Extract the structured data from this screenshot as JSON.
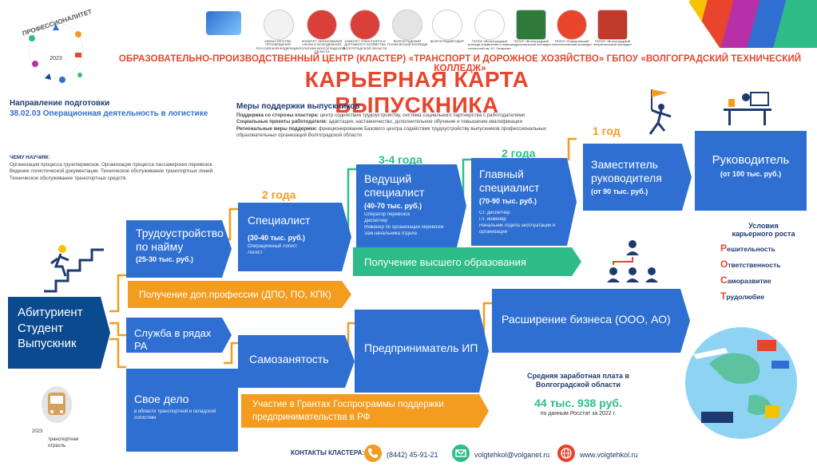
{
  "brand": {
    "logo_text": "ПРОФЕССИОНАЛИТЕТ",
    "logo_year": "2023",
    "transport_year": "2023",
    "transport_label": "транспортная отрасль"
  },
  "partners": [
    {
      "caption": "МИНИСТЕРСТВО ПРОСВЕЩЕНИЯ РОССИЙСКОЙ ФЕДЕРАЦИИ"
    },
    {
      "caption": "КОМИТЕТ ОБРАЗОВАНИЯ НАУКИ И МОЛОДЕЖНОЙ ПОЛИТИКИ ВОЛГОГРАДСКОЙ ОБЛАСТИ"
    },
    {
      "caption": "КОМИТЕТ ТРАНСПОРТА И ДОРОЖНОГО ХОЗЯЙСТВА ВОЛГОГРАДСКОЙ ОБЛАСТИ"
    },
    {
      "caption": "ВОЛГОГРАДСКИЙ ТЕХНИЧЕСКИЙ КОЛЛЕДЖ"
    },
    {
      "caption": "ВОЛГОГРАДАВТОДОР"
    },
    {
      "caption": "ГБПОУ «Волгоградский колледж управления и новых технологий им. Ю. Гагарина»"
    },
    {
      "caption": "ГБПОУ «Волгоградский индустриальный колледж»"
    },
    {
      "caption": "ГБПОУ «Камышинский политехнический колледж»"
    },
    {
      "caption": "ГБПОУ «Волгоградский энергетический колледж»"
    }
  ],
  "header": {
    "subtitle": "ОБРАЗОВАТЕЛЬНО-ПРОИЗВОДСТВЕННЫЙ ЦЕНТР (КЛАСТЕР) «ТРАНСПОРТ И ДОРОЖНОЕ ХОЗЯЙСТВО» ГБПОУ «ВОЛГОГРАДСКИЙ ТЕХНИЧЕСКИЙ КОЛЛЕДЖ»",
    "title": "КАРЬЕРНАЯ КАРТА ВЫПУСКНИКА"
  },
  "direction": {
    "label": "Направление подготовки",
    "value": "38.02.03 Операционная деятельность в логистике"
  },
  "teach": {
    "label": "ЧЕМУ НАУЧИМ:",
    "text": "Организация процесса грузоперевозок. Организация процесса пассажирских перевозок. Ведение логистической документации. Техническое обслуживание транспортных линий. Техническое обслуживание транспортных средств."
  },
  "support": {
    "title": "Меры поддержки выпускников",
    "l1b": "Поддержка со стороны кластера:",
    "l1": " центр содействия трудоустройству, система социального партнерства с работодателями",
    "l2b": "Социальные проекты работодателя:",
    "l2": " адаптация, наставничество, дополнительное обучение и повышение квалификации",
    "l3b": "Региональные меры поддержки:",
    "l3": " функционирование Базового центра содействия трудоустройству выпускников профессиональных образовательных организаций Волгоградской области"
  },
  "start": {
    "l1": "Абитуриент",
    "l2": "Студент",
    "l3": "Выпускник"
  },
  "nodes": {
    "employment": {
      "l1": "Трудоустройство",
      "l2": "по найму",
      "salary": "(25-30 тыс. руб.)"
    },
    "specialist": {
      "label": "Специалист",
      "salary": "(30-40 тыс. руб.)",
      "s1": "Операционный логист",
      "s2": "Логист"
    },
    "lead": {
      "l1": "Ведущий",
      "l2": "специалист",
      "salary": "(40-70 тыс. руб.)",
      "s1": "Оператор перевозок",
      "s2": "Диспетчер",
      "s3": "Инженер по организации перевозок",
      "s4": "Зам.начальника отдела"
    },
    "chief": {
      "l1": "Главный",
      "l2": "специалист",
      "salary": "(70-90 тыс. руб.)",
      "s1": "Ст. диспетчер",
      "s2": "Гл. инженер",
      "s3": "Начальник отдела эксплуатации и организации"
    },
    "deputy": {
      "l1": "Заместитель",
      "l2": "руководителя",
      "salary": "(от 90 тыс. руб.)"
    },
    "head": {
      "label": "Руководитель",
      "salary": "(от 100 тыс. руб.)"
    },
    "army": {
      "label": "Служба в рядах РА"
    },
    "own": {
      "label": "Свое дело",
      "sub": "в области транспортной и складской логистики"
    },
    "selfemp": {
      "label": "Самозанятость"
    },
    "ip": {
      "label": "Предприниматель ИП"
    },
    "expand": {
      "label": "Расширение бизнеса (ООО, АО)"
    }
  },
  "bands": {
    "dpo": "Получение доп.профессии (ДПО, ПО, КПК)",
    "higher": "Получение высшего образования",
    "grants": "Участие в Грантах Госпрограммы поддержки предпринимательства в РФ"
  },
  "years": {
    "y2a": "2 года",
    "y34": "3-4 года",
    "y2b": "2 года",
    "y1": "1 год"
  },
  "conditions": {
    "title1": "Условия",
    "title2": "карьерного роста",
    "items": [
      {
        "letter": "Р",
        "rest": "ешительность"
      },
      {
        "letter": "О",
        "rest": "тветственность"
      },
      {
        "letter": "С",
        "rest": "аморазвитие"
      },
      {
        "letter": "Т",
        "rest": "рудолюбие"
      }
    ]
  },
  "salary": {
    "title": "Средняя заработная плата в Волгоградской области",
    "value": "44 тыс. 938 руб.",
    "source": "по данным Росстат за 2022 г."
  },
  "contacts": {
    "label": "КОНТАКТЫ КЛАСТЕРА:",
    "phone": "(8442) 45-91-21",
    "email": "volgtehkol@volganet.ru",
    "site": "www.volgtehkol.ru"
  },
  "colors": {
    "blue": "#2f6fd1",
    "dark": "#1f3a70",
    "orange": "#f39c1f",
    "green": "#2ebd8a",
    "red": "#e8452c",
    "navy": "#0c4a8f"
  }
}
